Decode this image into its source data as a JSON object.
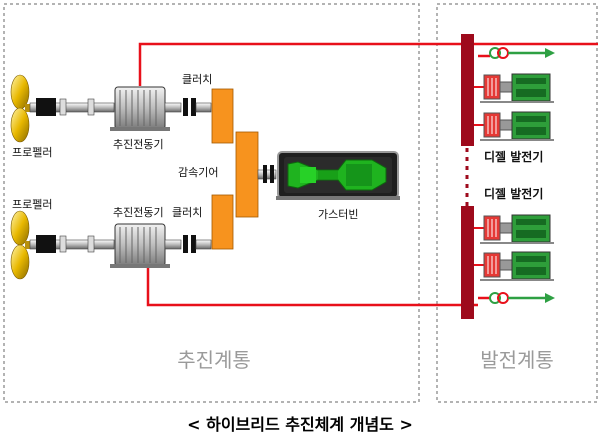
{
  "labels": {
    "propeller_top": "프로펠러",
    "propeller_bottom": "프로펠러",
    "motor_top": "추진전동기",
    "motor_bottom": "추진전동기",
    "clutch_top": "클러치",
    "clutch_bottom": "클러치",
    "gearbox": "감속기어",
    "gas_turbine": "가스터빈",
    "diesel_gen_top": "디젤 발전기",
    "diesel_gen_bottom": "디젤 발전기"
  },
  "sections": {
    "propulsion": "추진계통",
    "power": "발전계통"
  },
  "caption": "< 하이브리드 추진체계 개념도 >",
  "colors": {
    "power_line": "#e8101a",
    "bus_bar": "#9e0a1c",
    "orange": "#f7931e",
    "green_arrow": "#2ea043",
    "dashed_border": "#9a9a9a"
  }
}
